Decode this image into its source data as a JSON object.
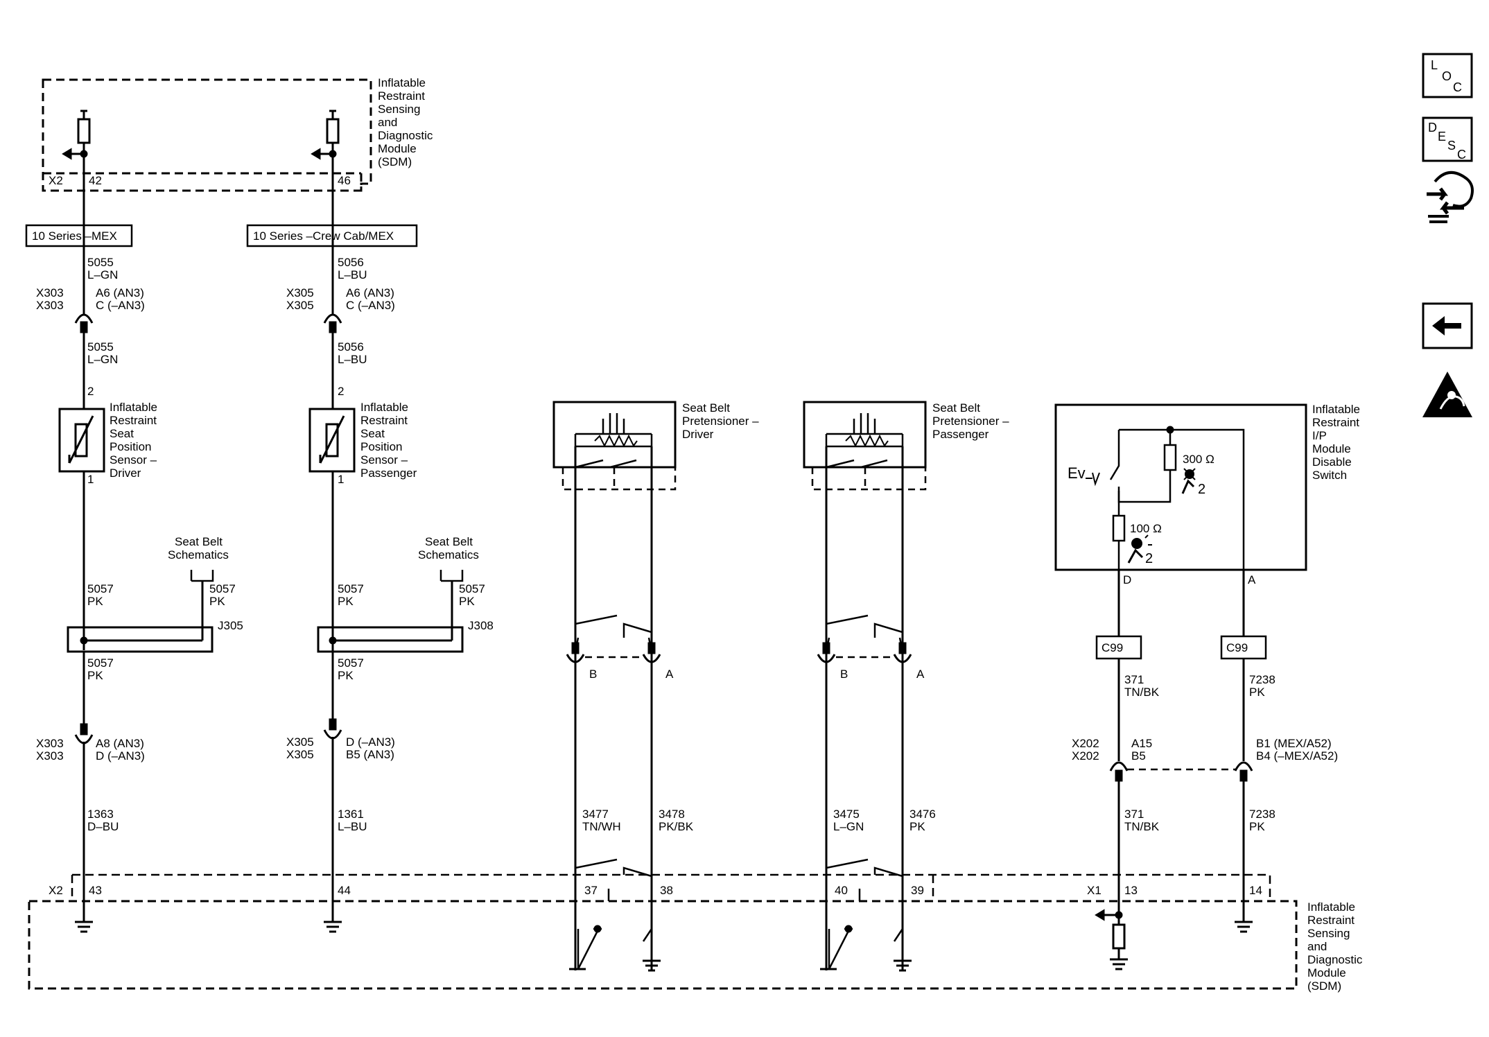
{
  "sdm_top": {
    "name_lines": [
      "Inflatable",
      "Restraint",
      "Sensing",
      "and",
      "Diagnostic",
      "Module",
      "(SDM)"
    ],
    "connector": "X2",
    "pin_left": "42",
    "pin_right": "46"
  },
  "series_labels": {
    "left": "10 Series –MEX",
    "right": "10 Series –Crew Cab/MEX"
  },
  "driver_circuit": {
    "wire_upper": {
      "num": "5055",
      "color": "L–GN"
    },
    "conn_a": {
      "ids": [
        "X303",
        "X303"
      ],
      "pins": [
        "A6 (AN3)",
        "C (–AN3)"
      ]
    },
    "wire_mid": {
      "num": "5055",
      "color": "L–GN"
    },
    "sensor_pin_top": "2",
    "sensor_pin_bottom": "1",
    "sensor_lines": [
      "Inflatable",
      "Restraint",
      "Seat",
      "Position",
      "Sensor –",
      "Driver"
    ],
    "seatbelt_ref": [
      "Seat Belt",
      "Schematics"
    ],
    "wire_a": {
      "num": "5057",
      "color": "PK"
    },
    "wire_b": {
      "num": "5057",
      "color": "PK"
    },
    "splice": "J305",
    "wire_c": {
      "num": "5057",
      "color": "PK"
    },
    "conn_b": {
      "ids": [
        "X303",
        "X303"
      ],
      "pins": [
        "A8 (AN3)",
        "D (–AN3)"
      ]
    },
    "wire_lower": {
      "num": "1363",
      "color": "D–BU"
    },
    "sdm_pin": "43"
  },
  "passenger_circuit": {
    "wire_upper": {
      "num": "5056",
      "color": "L–BU"
    },
    "conn_a": {
      "ids": [
        "X305",
        "X305"
      ],
      "pins": [
        "A6 (AN3)",
        "C (–AN3)"
      ]
    },
    "wire_mid": {
      "num": "5056",
      "color": "L–BU"
    },
    "sensor_pin_top": "2",
    "sensor_pin_bottom": "1",
    "sensor_lines": [
      "Inflatable",
      "Restraint",
      "Seat",
      "Position",
      "Sensor –",
      "Passenger"
    ],
    "seatbelt_ref": [
      "Seat Belt",
      "Schematics"
    ],
    "wire_a": {
      "num": "5057",
      "color": "PK"
    },
    "wire_b": {
      "num": "5057",
      "color": "PK"
    },
    "splice": "J308",
    "wire_c": {
      "num": "5057",
      "color": "PK"
    },
    "conn_b": {
      "ids": [
        "X305",
        "X305"
      ],
      "pins": [
        "D (–AN3)",
        "B5 (AN3)"
      ]
    },
    "wire_lower": {
      "num": "1361",
      "color": "L–BU"
    },
    "sdm_pin": "44"
  },
  "pretensioner_driver": {
    "name_lines": [
      "Seat Belt",
      "Pretensioner –",
      "Driver"
    ],
    "terminal_b": "B",
    "terminal_a": "A",
    "wire_left": {
      "num": "3477",
      "color": "TN/WH"
    },
    "wire_right": {
      "num": "3478",
      "color": "PK/BK"
    },
    "sdm_pin_left": "37",
    "sdm_pin_right": "38"
  },
  "pretensioner_passenger": {
    "name_lines": [
      "Seat Belt",
      "Pretensioner –",
      "Passenger"
    ],
    "terminal_b": "B",
    "terminal_a": "A",
    "wire_left": {
      "num": "3475",
      "color": "L–GN"
    },
    "wire_right": {
      "num": "3476",
      "color": "PK"
    },
    "sdm_pin_left": "40",
    "sdm_pin_right": "39"
  },
  "disable_switch": {
    "name_lines": [
      "Inflatable",
      "Restraint",
      "I/P",
      "Module",
      "Disable",
      "Switch"
    ],
    "res_high": "300 Ω",
    "res_low": "100 Ω",
    "ev_label": "Ev",
    "airbag_number": "2",
    "pin_d": "D",
    "pin_a": "A",
    "tag_left": "C99",
    "tag_right": "C99",
    "wire_left_upper": {
      "num": "371",
      "color": "TN/BK"
    },
    "wire_right_upper": {
      "num": "7238",
      "color": "PK"
    },
    "conn_ids": [
      "X202",
      "X202"
    ],
    "conn_left_pins": [
      "A15",
      "B5"
    ],
    "conn_right_pins": [
      "B1 (MEX/A52)",
      "B4 (–MEX/A52)"
    ],
    "wire_left_lower": {
      "num": "371",
      "color": "TN/BK"
    },
    "wire_right_lower": {
      "num": "7238",
      "color": "PK"
    }
  },
  "sdm_bottom": {
    "name_lines": [
      "Inflatable",
      "Restraint",
      "Sensing",
      "and",
      "Diagnostic",
      "Module",
      "(SDM)"
    ],
    "connector_x2": "X2",
    "connector_x1": "X1",
    "pin_13": "13",
    "pin_14": "14"
  },
  "side_icons": [
    "loc-icon",
    "desc-icon",
    "connector-tool-icon",
    "back-arrow-icon",
    "airbag-warning-icon"
  ],
  "side_labels": {
    "loc": [
      "L",
      "O",
      "C"
    ],
    "desc": [
      "D",
      "E",
      "S",
      "C"
    ]
  }
}
